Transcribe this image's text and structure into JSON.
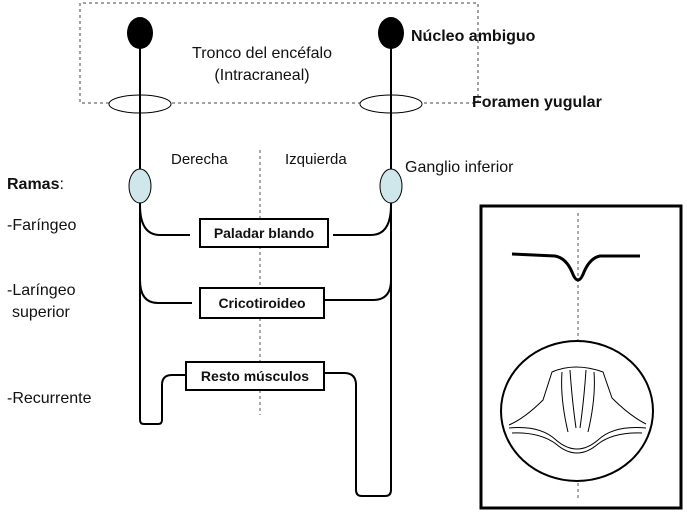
{
  "labels": {
    "brainstem_line1": "Tronco del encéfalo",
    "brainstem_line2": "(Intracraneal)",
    "nucleus": "Núcleo ambiguo",
    "foramen": "Foramen yugular",
    "right_side": "Derecha",
    "left_side": "Izquierda",
    "ganglion": "Ganglio inferior",
    "branches_title": "Ramas",
    "branches_colon": ":",
    "pharyngeal": "-Faríngeo",
    "laryngeal_line1": "-Laríngeo",
    "laryngeal_line2": "superior",
    "recurrent": "-Recurrente",
    "soft_palate": "Paladar blando",
    "cricothyroid": "Cricotiroideo",
    "other_muscles": "Resto músculos"
  },
  "colors": {
    "ganglion_fill": "#cfe6ea",
    "stroke": "#000000",
    "text": "#111111"
  }
}
